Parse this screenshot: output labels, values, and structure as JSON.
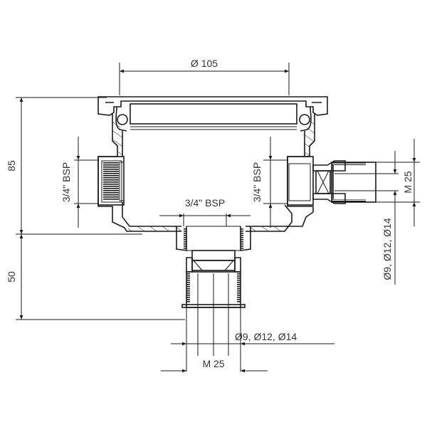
{
  "drawing": {
    "title": "Floor drain technical section",
    "colors": {
      "line": "#1a1a1a",
      "text": "#333333",
      "background": "#ffffff"
    },
    "dimensions": {
      "top_diameter": "Ø 105",
      "overall_height": "85",
      "outlet_length": "50",
      "left_inlet_thread": "3/4\" BSP",
      "right_inlet_thread": "3/4\" BSP",
      "bottom_outlet_thread": "3/4\" BSP",
      "right_fitting_thread": "M 25",
      "right_fitting_hose": "Ø9, Ø12, Ø14",
      "bottom_fitting_hose": "Ø9, Ø12, Ø14",
      "bottom_fitting_thread": "M 25"
    }
  }
}
